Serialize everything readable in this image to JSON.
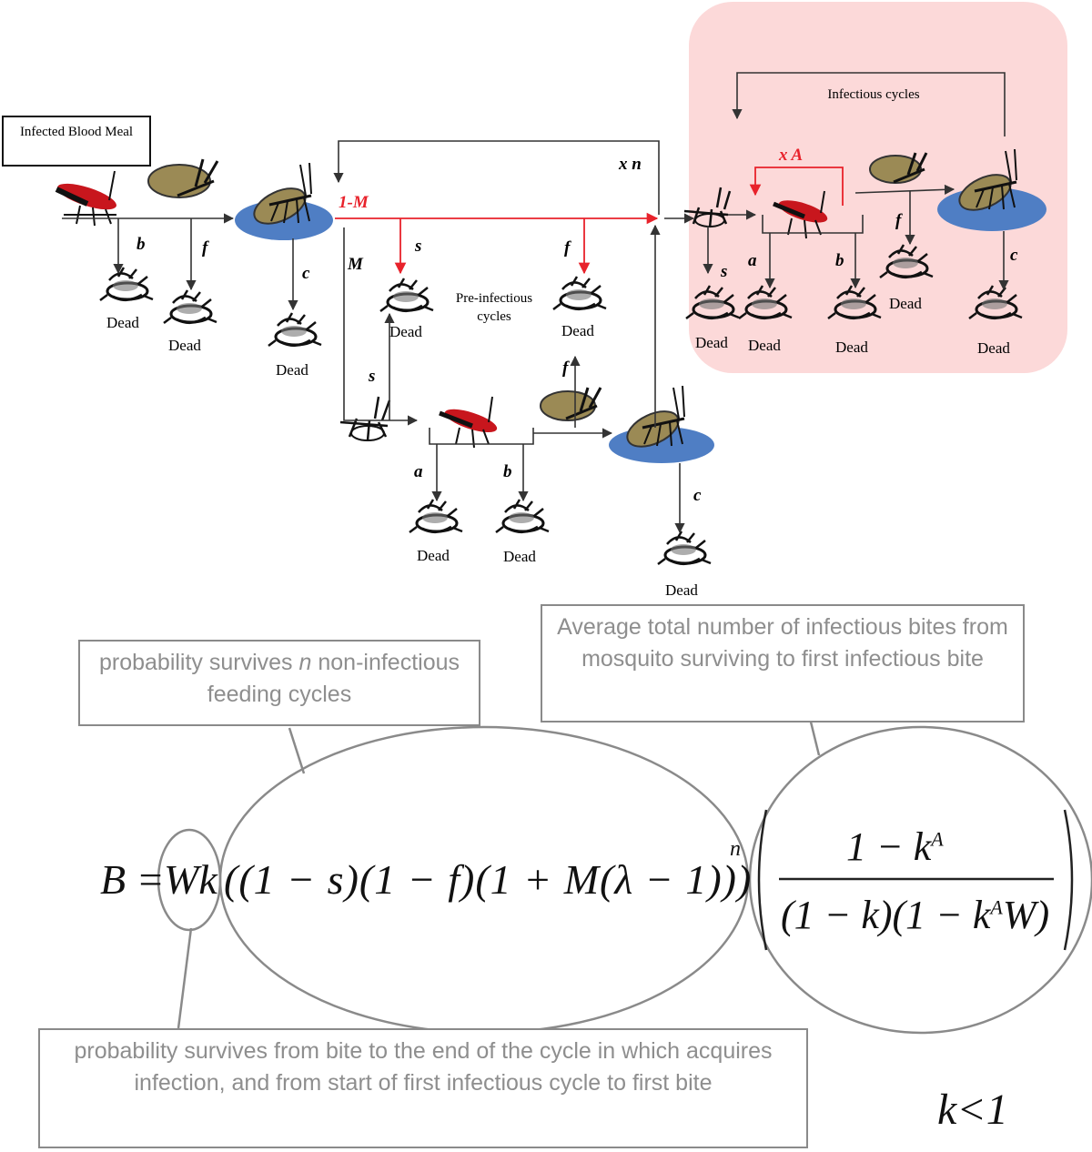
{
  "flow": {
    "infected_blood_meal": "Infected Blood Meal",
    "infectious_cycles": "Infectious cycles",
    "pre_infectious_cycles": "Pre-infectious cycles",
    "dead": "Dead",
    "params": {
      "b": "b",
      "f": "f",
      "c": "c",
      "s": "s",
      "a": "a",
      "M": "M",
      "one_minus_M": "1-M",
      "xn": "x n",
      "xA": "x A"
    },
    "colors": {
      "red_path": "#e8222b",
      "pink_panel": "#fcd9d9",
      "blue_pad": "#4f7ec4",
      "arrow": "#333333"
    }
  },
  "notes": {
    "survives_n": "probability survives n non-infectious feeding cycles",
    "avg_total": "Average total number of infectious bites from mosquito surviving to first infectious bite",
    "bite_to_end": "probability survives from bite to the end of the cycle in which acquires infection, and from start of first infectious cycle to first bite"
  },
  "formula": {
    "lhs": "B =",
    "Wk": "Wk",
    "middle": "((1 − s)(1 − f)(1 + M(λ − 1)))",
    "exponent": "n",
    "numerator": "1 − k",
    "numerator_exp": "A",
    "denominator_a": "(1 − k)(1 − k",
    "denominator_exp": "A",
    "denominator_b": "W)",
    "condition": "k<1"
  }
}
